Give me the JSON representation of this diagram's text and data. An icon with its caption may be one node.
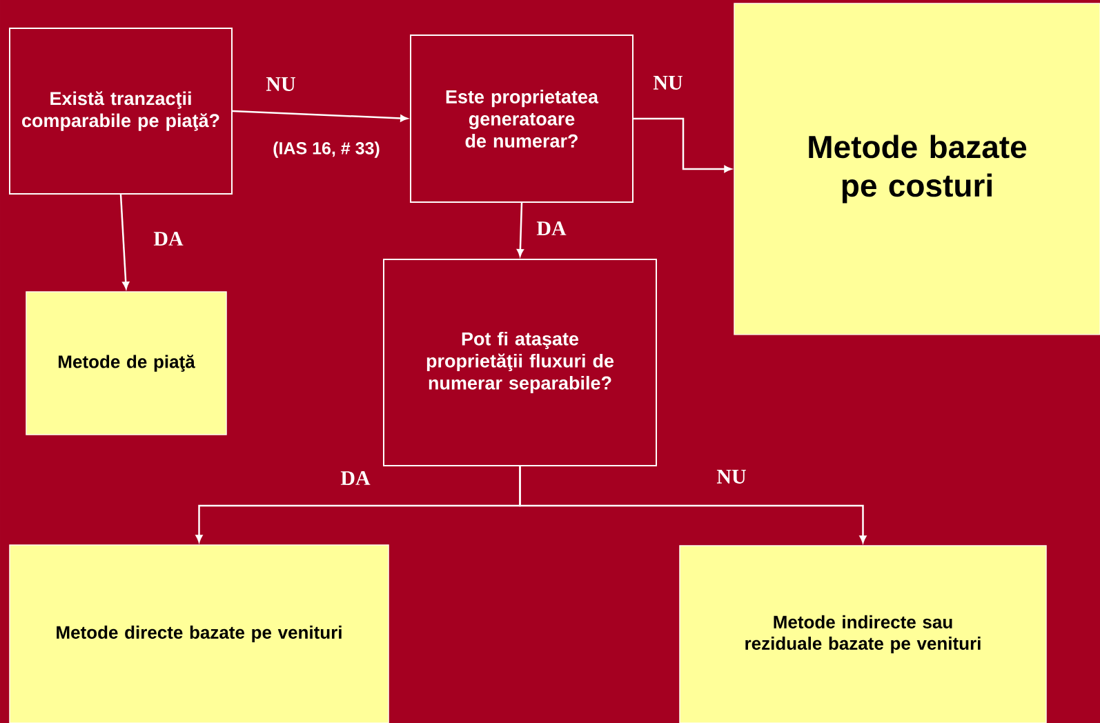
{
  "diagram": {
    "nodes": [
      {
        "text": [
          "Există tranzacţii comparabile pe piaţă?"
        ]
      },
      {
        "text": [
          "Este proprietatea generatoare de numerar?"
        ]
      },
      {
        "text": [
          "Metode bazate pe costuri"
        ]
      },
      {
        "text": [
          "Metode de piaţă"
        ]
      },
      {
        "text": [
          "Pot fi ataşate proprietăţii fluxuri de numerar separabile?"
        ]
      },
      {
        "text": [
          "Metode directe bazate pe venituri"
        ]
      },
      {
        "text": [
          "Metode indirecte sau reziduale bazate pe venituri"
        ]
      }
    ],
    "edges": [
      {
        "from": 0,
        "to": 1,
        "arrow": "to",
        "label": "NU"
      },
      {
        "from": 0,
        "to": 3,
        "arrow": "to",
        "label": "DA"
      },
      {
        "from": 1,
        "to": 2,
        "arrow": "to",
        "label": "NU"
      },
      {
        "from": 1,
        "to": 4,
        "arrow": "to",
        "label": "DA"
      },
      {
        "from": 4,
        "to": 5,
        "arrow": "to",
        "label": "DA"
      },
      {
        "from": 4,
        "to": 6,
        "arrow": "to",
        "label": "NU"
      }
    ],
    "labels": [
      "(IAS 16, # 33)"
    ]
  }
}
